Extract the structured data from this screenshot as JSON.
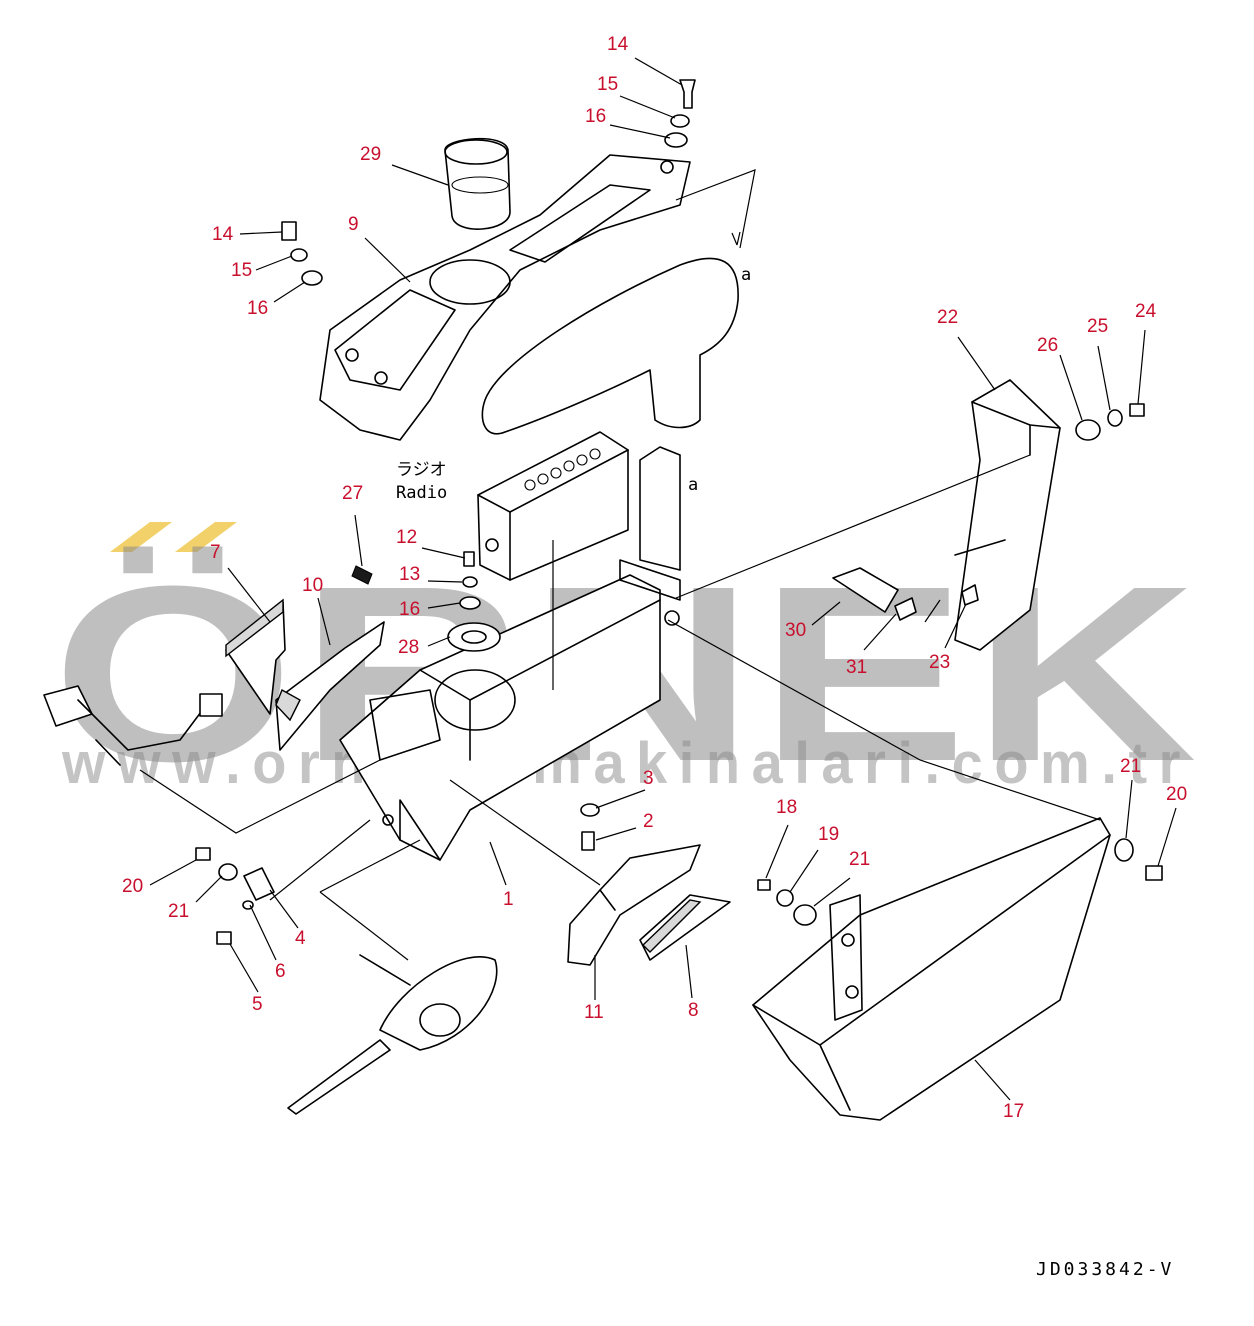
{
  "diagram": {
    "callouts": {
      "c14a": "14",
      "c15a": "15",
      "c16a": "16",
      "c29": "29",
      "c9": "9",
      "c14b": "14",
      "c15b": "15",
      "c16b": "16",
      "c22": "22",
      "c26": "26",
      "c25": "25",
      "c24": "24",
      "c27": "27",
      "c12": "12",
      "c13": "13",
      "c16c": "16",
      "c28": "28",
      "c7": "7",
      "c10": "10",
      "c30": "30",
      "c31": "31",
      "c23": "23",
      "c3": "3",
      "c2": "2",
      "c1": "1",
      "c18": "18",
      "c19": "19",
      "c21a": "21",
      "c21b": "21",
      "c20a": "20",
      "c20b": "20",
      "c21c": "21",
      "c4": "4",
      "c6": "6",
      "c5": "5",
      "c11": "11",
      "c8": "8",
      "c17": "17"
    },
    "view_marks": {
      "a1": "a",
      "a2": "a"
    },
    "radio_jp": "ラジオ",
    "radio_en": "Radio",
    "doc_id": "JD033842-V"
  },
  "watermark": {
    "brand": "ÖRNEK",
    "url": "www.ornekismakinalari.com.tr",
    "color": "#8a8a8a",
    "accent": "#f2d16b"
  },
  "colors": {
    "callout": "#c8102e",
    "line": "#000000",
    "background": "#ffffff"
  }
}
